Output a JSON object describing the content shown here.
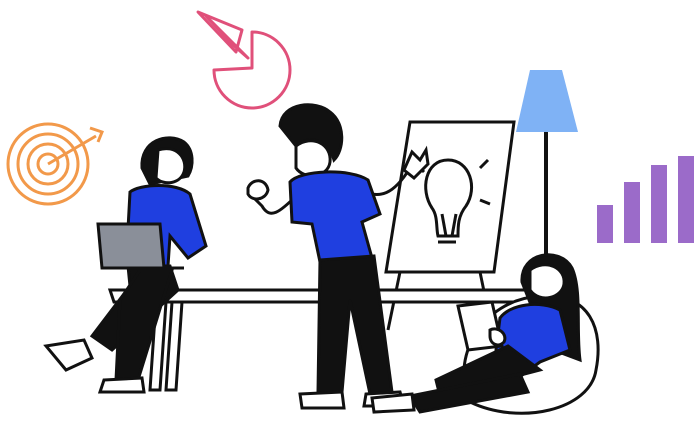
{
  "illustration": {
    "colors": {
      "outline": "#111111",
      "shirt": "#1f3fe0",
      "pants": "#111111",
      "pie_chart": "#e0507a",
      "target": "#f2994a",
      "lamp_shade": "#7fb2f5",
      "bars": "#9b6bc9",
      "laptop": "#8a8f99",
      "skin": "#ffffff"
    },
    "elements": [
      "pie-chart-icon",
      "target-icon",
      "bar-chart-icon",
      "floor-lamp",
      "flipchart-with-lightbulb",
      "meeting-table",
      "person-with-laptop",
      "person-presenting",
      "person-on-beanbag-reading"
    ]
  }
}
